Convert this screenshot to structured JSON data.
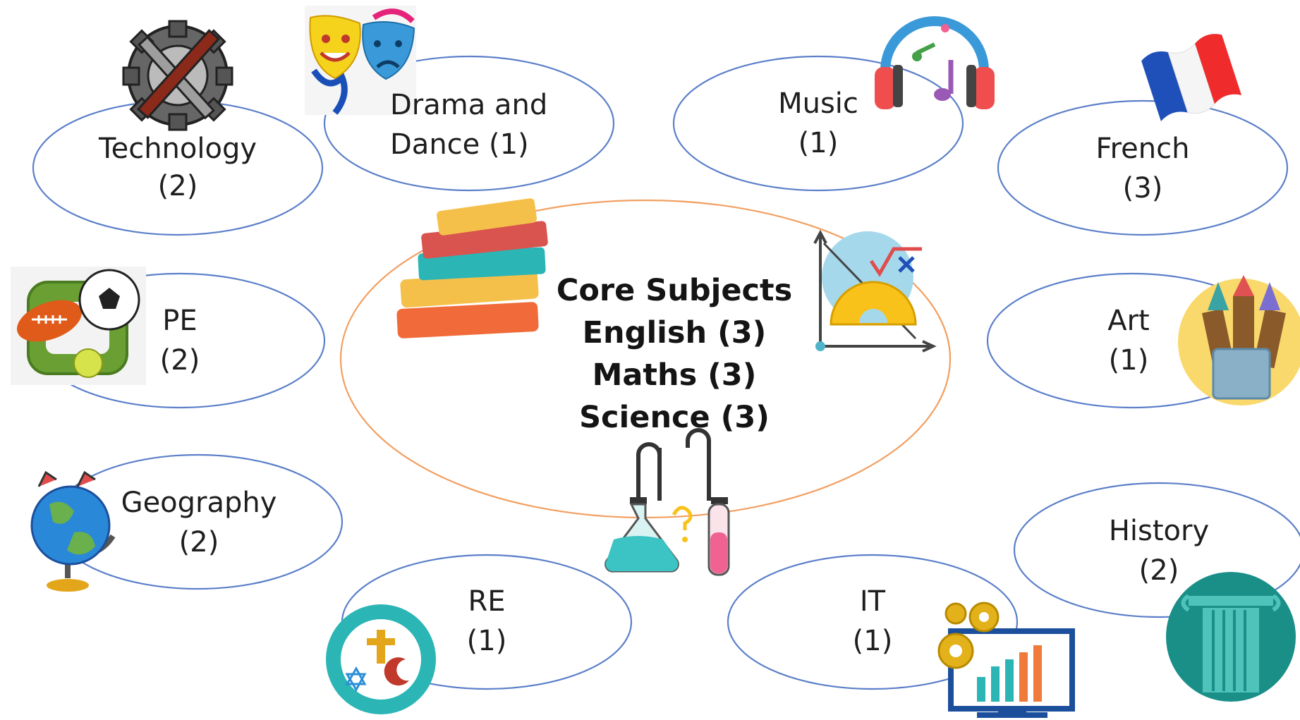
{
  "core": {
    "title": "Core Subjects",
    "lines": [
      "English (3)",
      "Maths (3)",
      "Science (3)"
    ]
  },
  "subjects": [
    {
      "id": "technology",
      "lines": [
        "Technology",
        "(2)"
      ],
      "icon": "gear-wrench-icon"
    },
    {
      "id": "drama",
      "lines": [
        "Drama and",
        "Dance (1)"
      ],
      "icon": "theatre-masks-icon"
    },
    {
      "id": "music",
      "lines": [
        "Music",
        "(1)"
      ],
      "icon": "headphones-music-icon"
    },
    {
      "id": "french",
      "lines": [
        "French",
        "(3)"
      ],
      "icon": "french-flag-icon"
    },
    {
      "id": "pe",
      "lines": [
        "PE",
        "(2)"
      ],
      "icon": "sports-balls-icon"
    },
    {
      "id": "art",
      "lines": [
        "Art",
        "(1)"
      ],
      "icon": "paintbrushes-icon"
    },
    {
      "id": "geography",
      "lines": [
        "Geography",
        "(2)"
      ],
      "icon": "globe-icon"
    },
    {
      "id": "history",
      "lines": [
        "History",
        "(2)"
      ],
      "icon": "column-icon"
    },
    {
      "id": "re",
      "lines": [
        "RE",
        "(1)"
      ],
      "icon": "religion-symbols-icon"
    },
    {
      "id": "it",
      "lines": [
        "IT",
        "(1)"
      ],
      "icon": "computer-chart-icon"
    }
  ],
  "colors": {
    "outer_ellipse_stroke": "#5b7fc9",
    "core_ellipse_stroke": "#f2a062",
    "text": "#1e1e1e"
  }
}
